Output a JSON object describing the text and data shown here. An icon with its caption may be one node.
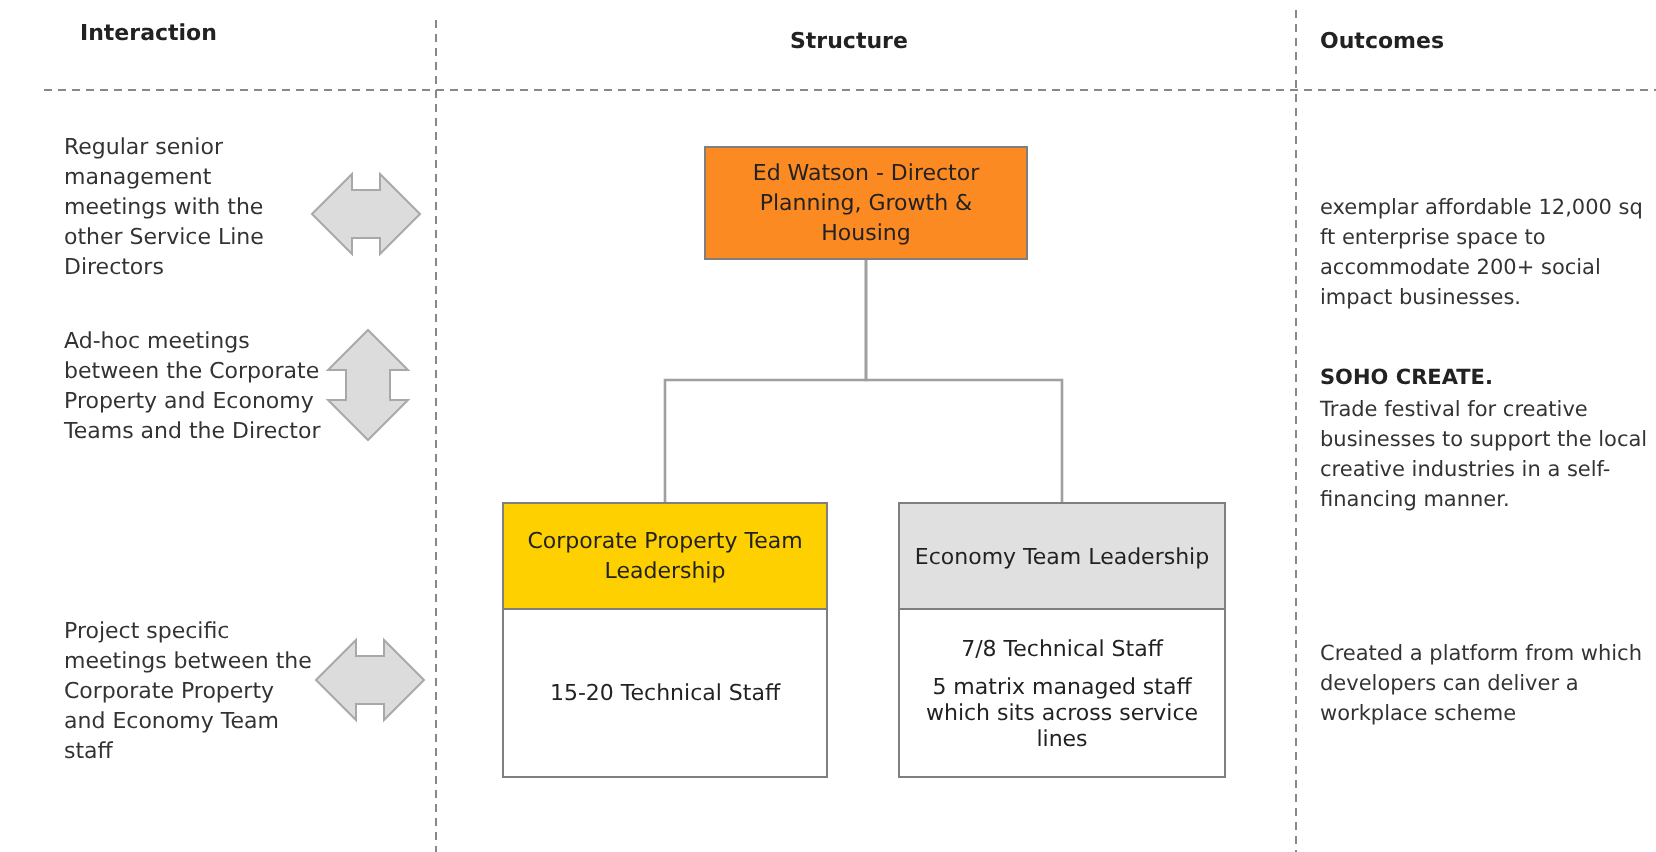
{
  "diagram": {
    "nodes": [
      {
        "text": [
          "Ed Watson - Director Planning, Growth & Housing"
        ]
      },
      {
        "text": [
          "Corporate Property Team Leadership",
          "15-20 Technical Staff"
        ]
      },
      {
        "text": [
          "Economy Team Leadership",
          "7/8 Technical Staff",
          "5 matrix managed staff which sits across service lines"
        ]
      }
    ],
    "edges": [
      {
        "from": 0,
        "to": 1,
        "arrow": "none"
      },
      {
        "from": 0,
        "to": 2,
        "arrow": "none"
      }
    ],
    "labels": [
      "Interaction",
      "Structure",
      "Outcomes",
      "Regular senior management meetings with the other Service Line Directors",
      "Ad-hoc meetings between the Corporate Property and Economy Teams and the Director",
      "Project specific meetings between the Corporate Property and Economy Team staff",
      "exemplar affordable 12,000 sq ft enterprise space to accommodate 200+ social impact businesses.",
      "SOHO CREATE.",
      "Trade festival for creative businesses to support the local creative industries in a self-financing manner.",
      "Created a platform from which developers can deliver a workplace scheme"
    ]
  }
}
